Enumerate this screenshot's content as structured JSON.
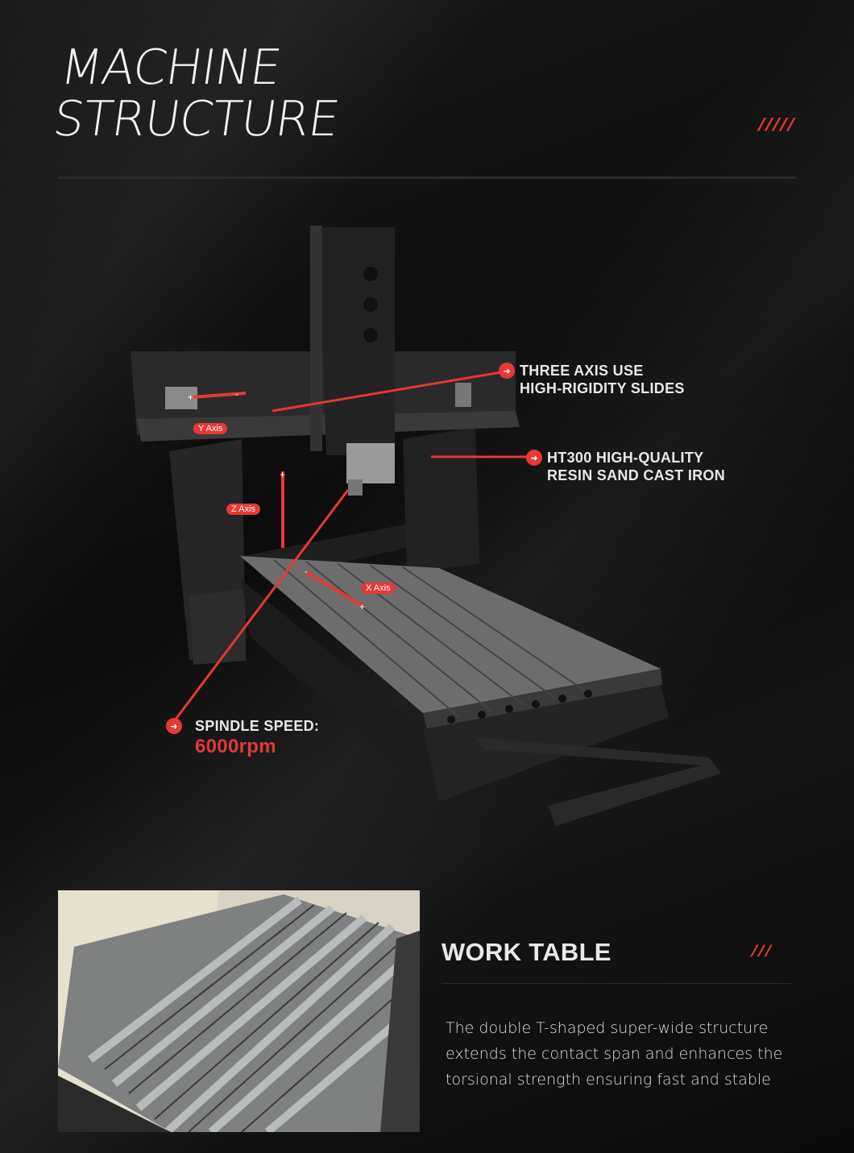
{
  "header": {
    "title_line1": "MACHINE",
    "title_line2": "STRUCTURE",
    "slashes": "/////"
  },
  "callouts": {
    "slides": {
      "line1": "THREE AXIS USE",
      "line2": "HIGH-RIGIDITY SLIDES"
    },
    "iron": {
      "line1": "HT300 HIGH-QUALITY",
      "line2": "RESIN SAND CAST IRON"
    },
    "spindle": {
      "line1": "SPINDLE SPEED:",
      "value": "6000rpm"
    }
  },
  "axes": {
    "y": "Y Axis",
    "z": "Z Axis",
    "x": "X Axis"
  },
  "work_table": {
    "title": "WORK TABLE",
    "slashes": "///",
    "description": "The double T-shaped super-wide structure extends the contact span and enhances the torsional strength ensuring fast and stable"
  },
  "colors": {
    "accent": "#e53935",
    "background": "#0d0d0d"
  },
  "icons": {
    "callout_marker": "arrow-right-circle-icon"
  }
}
